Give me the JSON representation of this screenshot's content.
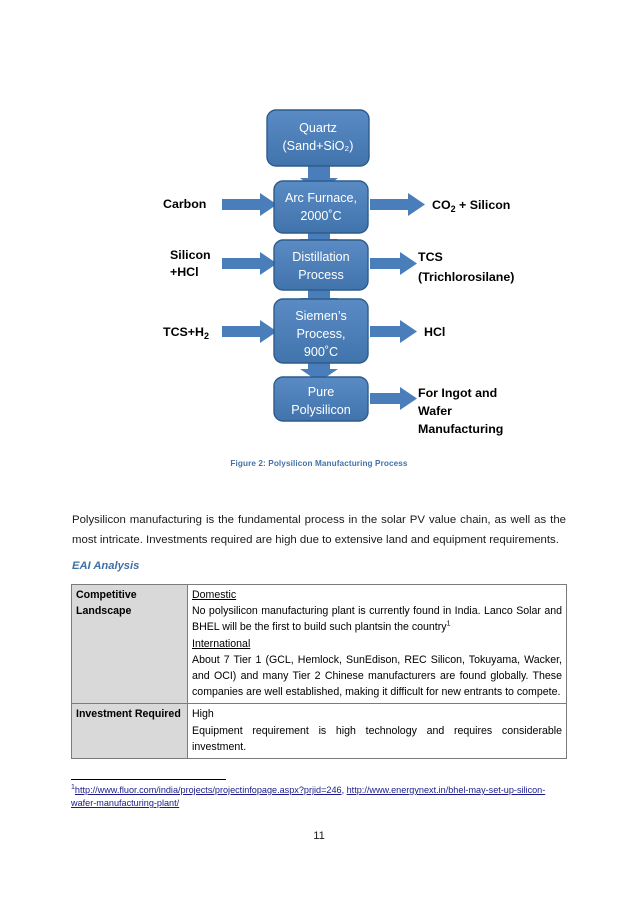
{
  "figure": {
    "caption": "Figure 2: Polysilicon Manufacturing Process",
    "accent_color": "#4A7EBB",
    "box_fill": "#4A7EBB",
    "box_stroke": "#2E5C8A",
    "arrow_color": "#4A7EBB",
    "boxes": [
      {
        "id": "quartz",
        "line1": "Quartz",
        "line2": "(Sand+SiO₂)",
        "line3": ""
      },
      {
        "id": "arc-furnace",
        "line1": "Arc Furnace,",
        "line2": "2000˚C",
        "line3": ""
      },
      {
        "id": "distillation",
        "line1": "Distillation",
        "line2": "Process",
        "line3": ""
      },
      {
        "id": "siemens",
        "line1": "Siemen’s",
        "line2": "Process,",
        "line3": "900˚C"
      },
      {
        "id": "polysilicon",
        "line1": "Pure",
        "line2": "Polysilicon",
        "line3": ""
      }
    ],
    "inputs": [
      {
        "id": "carbon",
        "line1": "Carbon",
        "line2": ""
      },
      {
        "id": "silicon-hcl",
        "line1": "Silicon",
        "line2": "+HCl"
      },
      {
        "id": "tcs-h2",
        "line1": "TCS+H",
        "line2": ""
      }
    ],
    "input_tcs_sub": "2",
    "outputs": [
      {
        "id": "co2-silicon",
        "line1": "CO",
        "sub": "2",
        "rest": " + Silicon",
        "line2": "",
        "line3": ""
      },
      {
        "id": "tcs",
        "line1": "TCS",
        "sub": "",
        "rest": "",
        "line2": "(Trichlorosilane)",
        "line3": ""
      },
      {
        "id": "hcl",
        "line1": "HCl",
        "sub": "",
        "rest": "",
        "line2": "",
        "line3": ""
      },
      {
        "id": "ingot-wafer",
        "line1": "For Ingot and",
        "sub": "",
        "rest": "",
        "line2": "Wafer",
        "line3": "Manufacturing"
      }
    ]
  },
  "body": {
    "paragraph": "Polysilicon manufacturing is the fundamental process in the solar PV value chain, as well as the most intricate. Investments required are high due to extensive land and equipment requirements.",
    "eai_heading": "EAI Analysis"
  },
  "table": {
    "rows": [
      {
        "label": "Competitive Landscape",
        "segments": [
          {
            "type": "underline",
            "text": "Domestic"
          },
          {
            "type": "text",
            "text": "No polysilicon manufacturing plant is currently found in India. Lanco Solar and BHEL will be the first to build such plantsin the country",
            "sup": "1"
          },
          {
            "type": "underline",
            "text": "International"
          },
          {
            "type": "text",
            "text": "About 7 Tier 1 (GCL, Hemlock, SunEdison, REC Silicon, Tokuyama, Wacker, and OCI) and many Tier 2 Chinese manufacturers are found globally. These companies are well established, making it difficult for new entrants to compete.",
            "sup": ""
          }
        ]
      },
      {
        "label": "Investment Required",
        "segments": [
          {
            "type": "text",
            "text": "High",
            "sup": ""
          },
          {
            "type": "text",
            "text": "Equipment requirement is high technology and requires considerable investment.",
            "sup": ""
          }
        ]
      }
    ]
  },
  "footnote": {
    "marker": "1",
    "link1": "http://www.fluor.com/india/projects/projectinfopage.aspx?prjid=246",
    "separator": ", ",
    "link2": "http://www.energynext.in/bhel-may-set-up-silicon-wafer-manufacturing-plant/"
  },
  "page": {
    "number": "11"
  }
}
